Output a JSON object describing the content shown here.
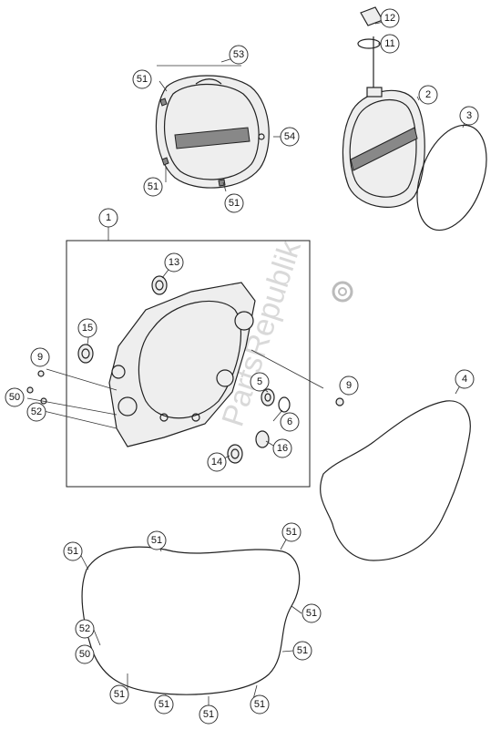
{
  "watermark": "PartsRepublik",
  "callouts": {
    "c1": "1",
    "c2": "2",
    "c3": "3",
    "c4": "4",
    "c5": "5",
    "c6": "6",
    "c9a": "9",
    "c9b": "9",
    "c11": "11",
    "c12": "12",
    "c13": "13",
    "c14": "14",
    "c15": "15",
    "c16": "16",
    "c50a": "50",
    "c50b": "50",
    "c51a": "51",
    "c51b": "51",
    "c51c": "51",
    "c51d": "51",
    "c51e": "51",
    "c51f": "51",
    "c51g": "51",
    "c51h": "51",
    "c51i": "51",
    "c51j": "51",
    "c51k": "51",
    "c51l": "51",
    "c52a": "52",
    "c52b": "52",
    "c53": "53",
    "c54": "54"
  }
}
